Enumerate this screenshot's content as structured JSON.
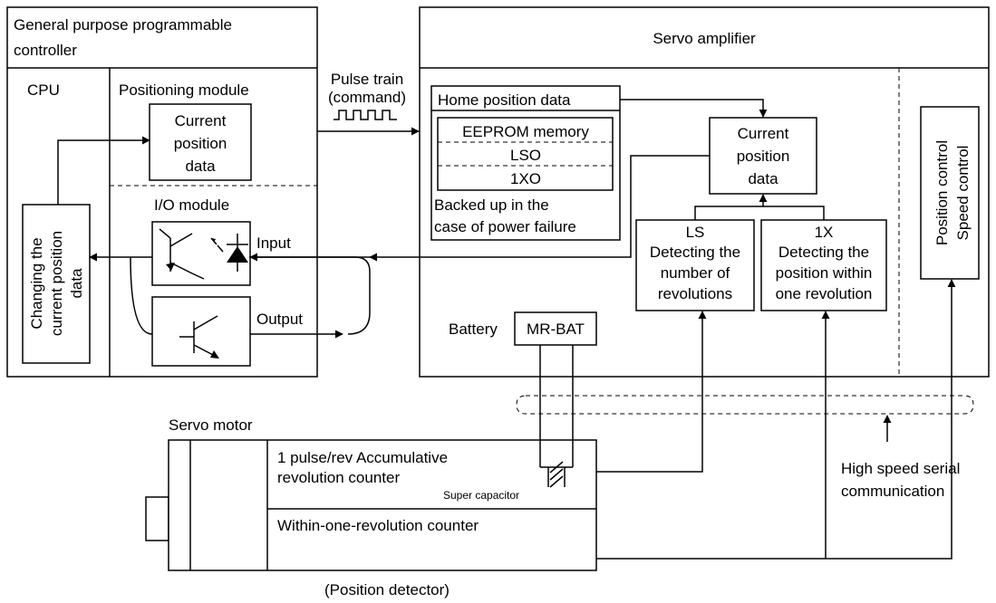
{
  "plc": {
    "title_line1": "General purpose programmable",
    "title_line2": "controller",
    "cpu_label": "CPU",
    "positioning_module_label": "Positioning module",
    "current_position_data_lines": [
      "Current",
      "position",
      "data"
    ],
    "io_module_label": "I/O module",
    "input_label": "Input",
    "output_label": "Output",
    "changing_lines": [
      "Changing the",
      "current position",
      "data"
    ]
  },
  "pulse_train": {
    "line1": "Pulse train",
    "line2": "(command)"
  },
  "servo_amplifier": {
    "title": "Servo amplifier",
    "home_position_data": "Home position data",
    "eeprom_rows": [
      "EEPROM memory",
      "LSO",
      "1XO"
    ],
    "backed_up_lines": [
      "Backed up in the",
      "case of power failure"
    ],
    "current_position_data_lines": [
      "Current",
      "position",
      "data"
    ],
    "ls_block_lines": [
      "LS",
      "Detecting the",
      "number of",
      "revolutions"
    ],
    "onex_block_lines": [
      "1X",
      "Detecting the",
      "position within",
      "one revolution"
    ],
    "control_lines": [
      "Position control",
      "Speed control"
    ]
  },
  "battery": {
    "label": "Battery",
    "model": "MR-BAT"
  },
  "servo_motor": {
    "title": "Servo motor",
    "accumulative_lines": [
      "1 pulse/rev Accumulative",
      "revolution counter"
    ],
    "super_capacitor": "Super capacitor",
    "within_one_rev": "Within-one-revolution counter",
    "position_detector": "(Position detector)"
  },
  "communication": {
    "lines": [
      "High speed serial",
      "communication"
    ]
  }
}
